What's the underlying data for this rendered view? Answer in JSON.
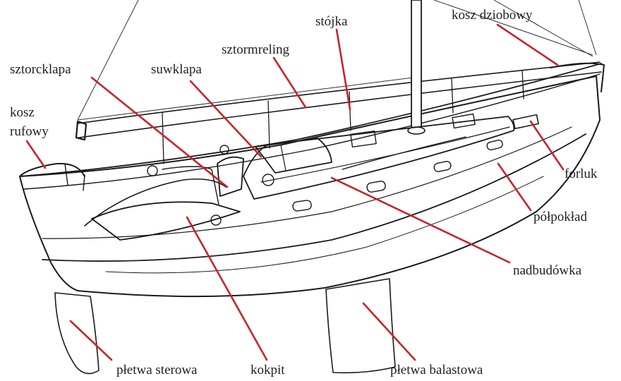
{
  "colors": {
    "leader": "#c4252c",
    "ink": "#1a1a1a",
    "hull_shade": "#d9d9d9",
    "text": "#231f20"
  },
  "labels": {
    "stojka": "stójka",
    "kosz_dziobowy": "kosz dziobowy",
    "sztormreling": "sztormreling",
    "sztorcklapa": "sztorcklapa",
    "suwklapa": "suwklapa",
    "kosz_rufowy_1": "kosz",
    "kosz_rufowy_2": "rufowy",
    "forluk": "forluk",
    "polpoklad": "półpokład",
    "nadbudowka": "nadbudówka",
    "pletwa_sterowa": "płetwa sterowa",
    "kokpit": "kokpit",
    "pletwa_balastowa": "płetwa balastowa"
  }
}
